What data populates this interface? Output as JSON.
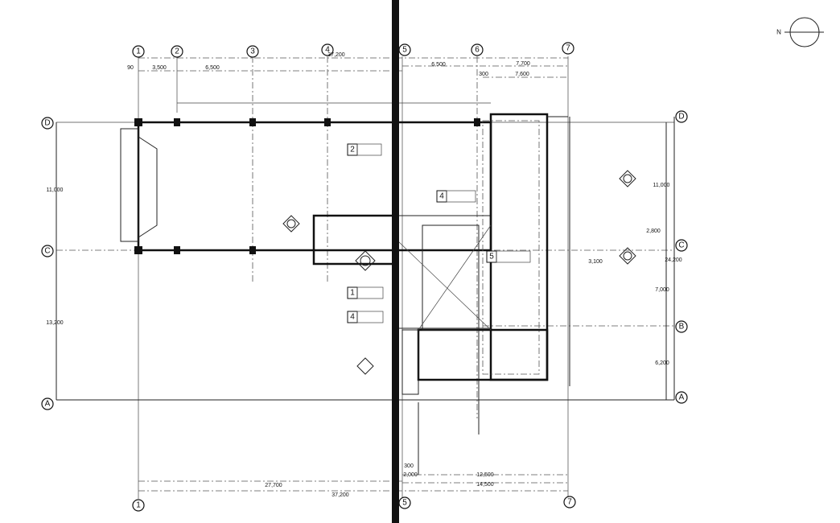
{
  "drawing": {
    "north_label": "N",
    "grid_columns_top": [
      "1",
      "2",
      "3",
      "4",
      "5",
      "6",
      "7"
    ],
    "grid_columns_bottom": [
      "1",
      "5",
      "7"
    ],
    "grid_rows_left": [
      "D",
      "C",
      "A"
    ],
    "grid_rows_right": [
      "D",
      "C",
      "B",
      "A"
    ],
    "dims_top": {
      "overall": "37,200",
      "d90": "90",
      "d3500": "3,500",
      "d6500a": "6,500",
      "d6500b": "6,500",
      "d7700": "7,700",
      "d300": "300",
      "d7600": "7,600"
    },
    "dims_bottom": {
      "d27700": "27,700",
      "d37200": "37,200",
      "d12500": "12,500",
      "d14500": "14,500",
      "d300": "300",
      "d2000": "2,000"
    },
    "dims_left": {
      "d11000": "11,000",
      "d13200": "13,200"
    },
    "dims_right": {
      "d11000": "11,000",
      "d24200": "24,200",
      "d2800": "2,800",
      "d3100": "3,100",
      "d7000": "7,000",
      "d6200": "6,200"
    },
    "room_tags": [
      "2",
      "4",
      "1",
      "4",
      "5"
    ]
  }
}
